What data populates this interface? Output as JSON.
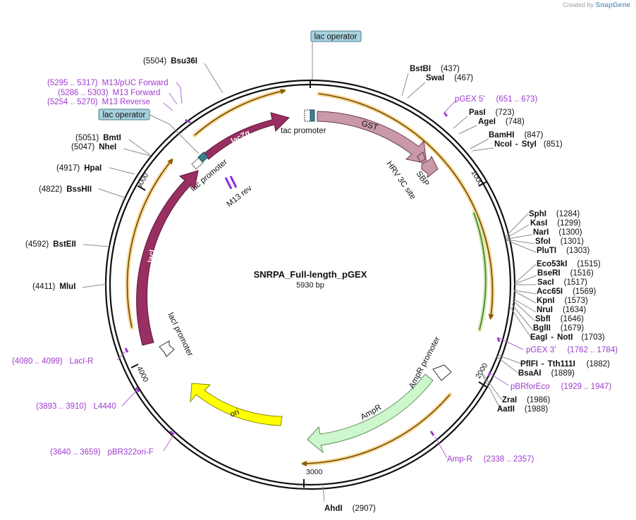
{
  "brand": {
    "prefix": "Created by",
    "name": "SnapGene"
  },
  "plasmid": {
    "name": "SNRPA_Full-length_pGEX",
    "size_label": "5930 bp",
    "length": 5930
  },
  "ruler_ticks": [
    {
      "pos": 1000,
      "label": "1000"
    },
    {
      "pos": 2000,
      "label": "2000"
    },
    {
      "pos": 3000,
      "label": "3000"
    },
    {
      "pos": 4000,
      "label": "4000"
    },
    {
      "pos": 5000,
      "label": "5000"
    }
  ],
  "boxed_labels": [
    {
      "id": "lac-operator-top",
      "text": "lac operator"
    },
    {
      "id": "lac-operator-left",
      "text": "lac operator"
    }
  ],
  "restriction_sites": [
    {
      "name": "Bsu36I",
      "pos": "(5504)"
    },
    {
      "name": "BstBI",
      "pos": "(437)"
    },
    {
      "name": "SwaI",
      "pos": "(467)"
    },
    {
      "name": "PasI",
      "pos": "(723)"
    },
    {
      "name": "AgeI",
      "pos": "(748)"
    },
    {
      "name": "BamHI",
      "pos": "(847)"
    },
    {
      "name": "NcoI",
      "name2": "StyI",
      "pos": "(851)"
    },
    {
      "name": "SphI",
      "pos": "(1284)"
    },
    {
      "name": "KasI",
      "pos": "(1299)"
    },
    {
      "name": "NarI",
      "pos": "(1300)"
    },
    {
      "name": "SfoI",
      "pos": "(1301)"
    },
    {
      "name": "PluTI",
      "pos": "(1303)"
    },
    {
      "name": "Eco53kI",
      "pos": "(1515)"
    },
    {
      "name": "BseRI",
      "pos": "(1516)"
    },
    {
      "name": "SacI",
      "pos": "(1517)"
    },
    {
      "name": "Acc65I",
      "pos": "(1569)"
    },
    {
      "name": "KpnI",
      "pos": "(1573)"
    },
    {
      "name": "NruI",
      "pos": "(1634)"
    },
    {
      "name": "SbfI",
      "pos": "(1646)"
    },
    {
      "name": "BglII",
      "pos": "(1679)"
    },
    {
      "name": "EagI",
      "name2": "NotI",
      "pos": "(1703)"
    },
    {
      "name": "PflFI",
      "name2": "Tth111I",
      "pos": "(1882)"
    },
    {
      "name": "BsaAI",
      "pos": "(1889)"
    },
    {
      "name": "ZraI",
      "pos": "(1986)"
    },
    {
      "name": "AatII",
      "pos": "(1988)"
    },
    {
      "name": "AhdI",
      "pos": "(2907)"
    },
    {
      "name": "BmtI",
      "pos": "(5051)"
    },
    {
      "name": "NheI",
      "pos": "(5047)"
    },
    {
      "name": "HpaI",
      "pos": "(4917)"
    },
    {
      "name": "BssHII",
      "pos": "(4822)"
    },
    {
      "name": "BstEII",
      "pos": "(4592)"
    },
    {
      "name": "MluI",
      "pos": "(4411)"
    }
  ],
  "primers": [
    {
      "name": "M13/pUC Forward",
      "range": "(5295 .. 5317)"
    },
    {
      "name": "M13 Forward",
      "range": "(5286 .. 5303)"
    },
    {
      "name": "M13 Reverse",
      "range": "(5254 .. 5270)"
    },
    {
      "name": "pGEX 5'",
      "range": "(651 .. 673)"
    },
    {
      "name": "pGEX 3'",
      "range": "(1762 .. 1784)"
    },
    {
      "name": "pBRforEco",
      "range": "(1929 .. 1947)"
    },
    {
      "name": "Amp-R",
      "range": "(2338 .. 2357)"
    },
    {
      "name": "pBR322ori-F",
      "range": "(3640 .. 3659)"
    },
    {
      "name": "L4440",
      "range": "(3893 .. 3910)"
    },
    {
      "name": "LacI-R",
      "range": "(4080 .. 4099)"
    }
  ],
  "features": [
    {
      "name": "GST",
      "color": "#c998ab"
    },
    {
      "name": "SBP",
      "color": "#c998ab"
    },
    {
      "name": "HRV 3C site",
      "color": "#c998ab"
    },
    {
      "name": "tac promoter",
      "color": "#ffffff"
    },
    {
      "name": "lacZα",
      "color": "#992e62"
    },
    {
      "name": "lac promoter",
      "color": "#ffffff"
    },
    {
      "name": "M13 rev",
      "color": "#8a2be2"
    },
    {
      "name": "lacI",
      "color": "#992e62"
    },
    {
      "name": "lacI promoter",
      "color": "#ffffff"
    },
    {
      "name": "ori",
      "color": "#ffff00"
    },
    {
      "name": "AmpR",
      "color": "#cdf7cc"
    },
    {
      "name": "AmpR promoter",
      "color": "#ffffff"
    }
  ],
  "colors": {
    "orf": "#f4a93a",
    "green_orf": "#7ab648",
    "primer": "#a03bd0",
    "backbone": "#111111",
    "operator_box": "#a8d1dd"
  }
}
